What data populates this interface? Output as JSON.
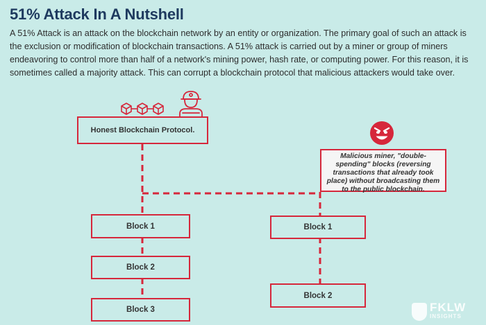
{
  "header": {
    "title": "51% Attack In A Nutshell",
    "description": "A 51% Attack is an attack on the blockchain network by an entity or organization. The primary goal of such an attack is the exclusion or modification of blockchain transactions. A 51% attack is carried out by a miner or group of miners endeavoring to control more than half of a network's mining power, hash rate, or computing power. For this reason, it is sometimes called a majority attack. This can corrupt a blockchain protocol that malicious attackers would take over."
  },
  "diagram": {
    "honest_protocol_label": "Honest Blockchain Protocol.",
    "malicious_label": "Malicious miner, \"double-spending\" blocks (reversing transactions that already took place) without broadcasting them to the public blockchain.",
    "honest_chain": [
      "Block 1",
      "Block 2",
      "Block 3"
    ],
    "malicious_chain": [
      "Block 1",
      "Block 2"
    ],
    "accent_color": "#d6273b",
    "background_color": "#c9ebe8",
    "icons": [
      "blockchain-cubes-icon",
      "miner-icon",
      "evil-face-icon"
    ]
  },
  "watermark": {
    "brand": "FKLW",
    "sub": "INSIGHTS"
  }
}
